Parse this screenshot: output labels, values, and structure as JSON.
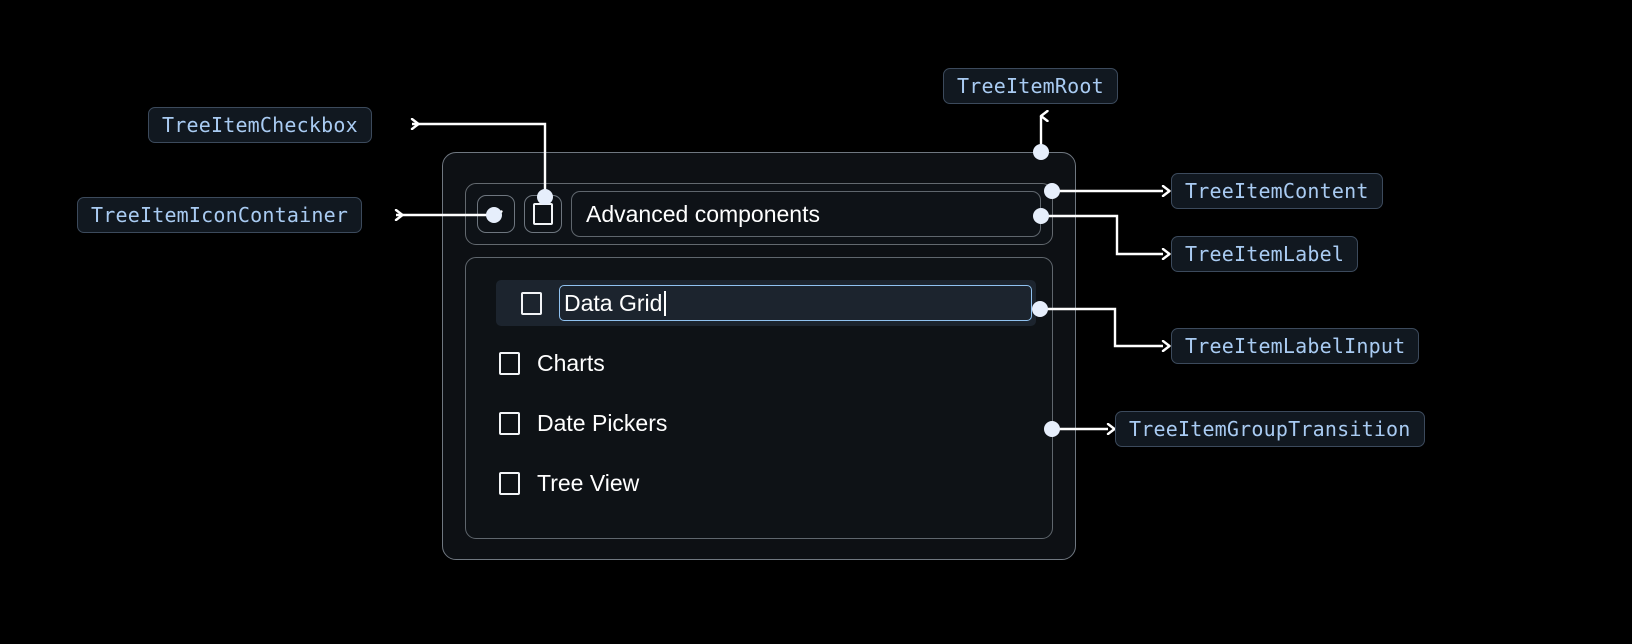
{
  "annotations": {
    "tree_item_checkbox": "TreeItemCheckbox",
    "tree_item_icon_container": "TreeItemIconContainer",
    "tree_item_root": "TreeItemRoot",
    "tree_item_content": "TreeItemContent",
    "tree_item_label": "TreeItemLabel",
    "tree_item_label_input": "TreeItemLabelInput",
    "tree_item_group_transition": "TreeItemGroupTransition"
  },
  "tree": {
    "root_label": "Advanced components",
    "expand_icon": "chevron-down-icon",
    "header_checkbox": "checkbox-icon",
    "children": [
      {
        "label": "Data Grid",
        "editing": true,
        "selected": true
      },
      {
        "label": "Charts",
        "editing": false,
        "selected": false
      },
      {
        "label": "Date Pickers",
        "editing": false,
        "selected": false
      },
      {
        "label": "Tree View",
        "editing": false,
        "selected": false
      }
    ]
  },
  "colors": {
    "page_background": "#000000",
    "chip_background": "#111820",
    "chip_border": "#3c4a5c",
    "chip_text": "#a9cbf2",
    "card_background": "#0d1014",
    "card_border": "#6f7780",
    "selected_row_background": "#1c242e",
    "input_focus_border": "#90c2f0",
    "connector_line": "#ffffff",
    "text_primary": "#ffffff"
  }
}
